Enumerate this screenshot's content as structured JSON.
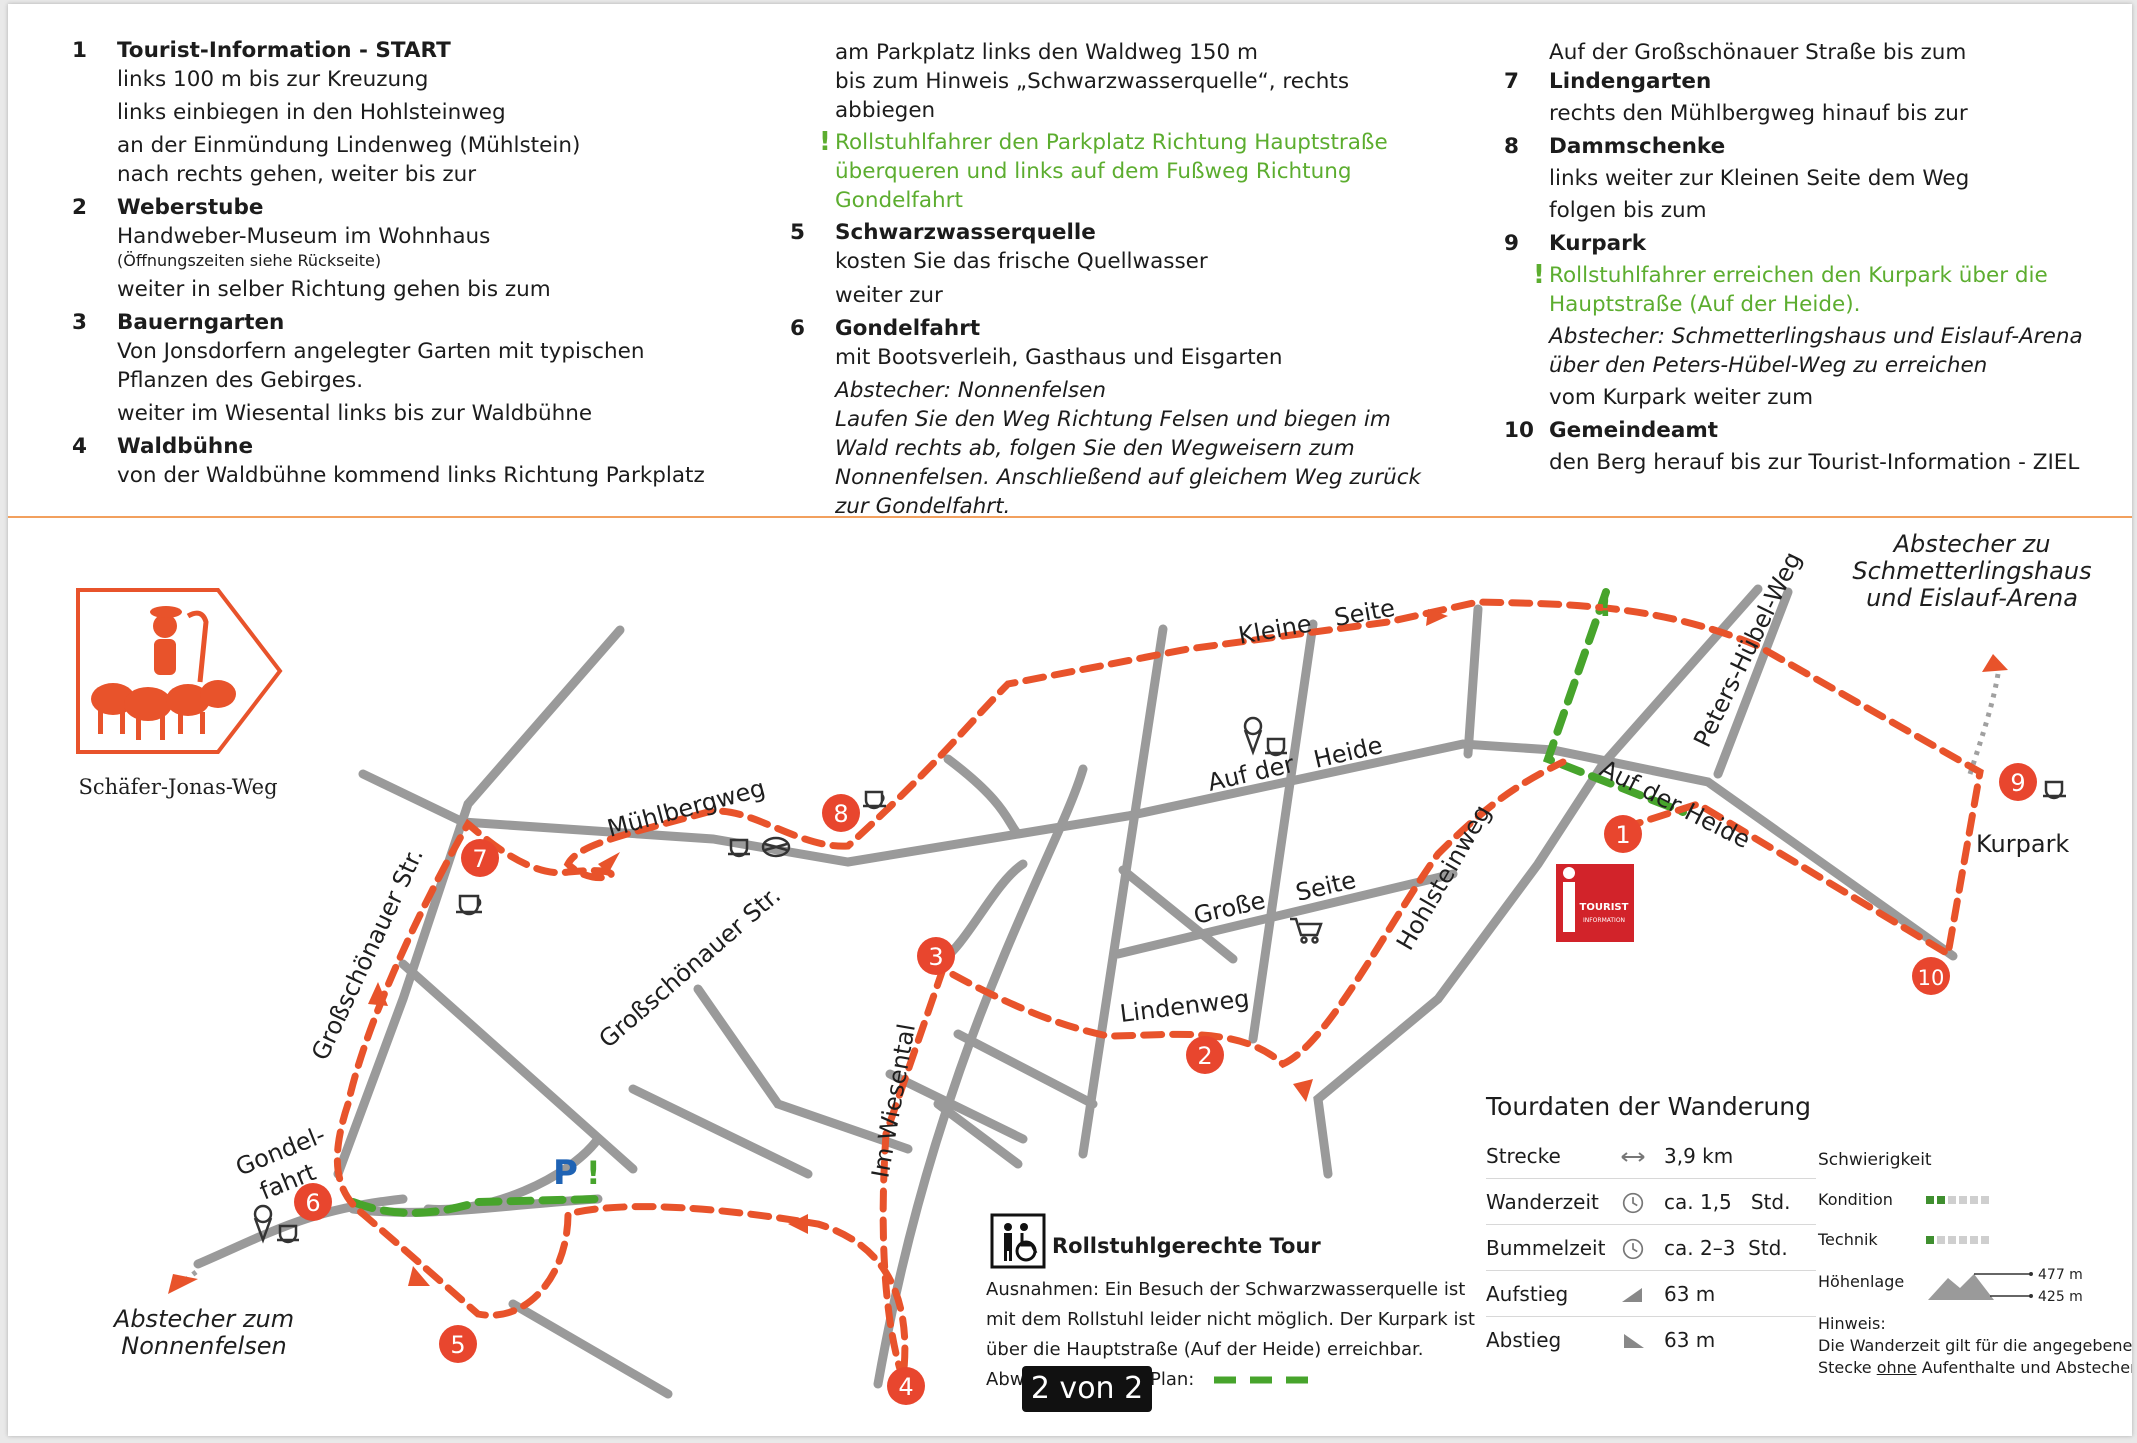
{
  "stations": [
    {
      "num": "1",
      "title": "Tourist-Information - START",
      "lines": [
        "links 100 m bis zur Kreuzung",
        "links einbiegen in den Hohlsteinweg",
        "an der Einmündung Lindenweg (Mühlstein)",
        "nach rechts gehen, weiter bis zur"
      ]
    },
    {
      "num": "2",
      "title": "Weberstube",
      "lines": [
        "Handweber-Museum im Wohnhaus"
      ],
      "small": "(Öffnungszeiten siehe Rückseite)",
      "after": [
        "weiter in selber Richtung gehen bis zum"
      ]
    },
    {
      "num": "3",
      "title": "Bauerngarten",
      "lines": [
        "Von Jonsdorfern angelegter Garten mit typischen",
        "Pflanzen des Gebirges.",
        "weiter im Wiesental links bis zur Waldbühne"
      ]
    },
    {
      "num": "4",
      "title": "Waldbühne",
      "lines": [
        "von der Waldbühne kommend links Richtung Parkplatz"
      ]
    }
  ],
  "col2": {
    "intro": [
      "am Parkplatz links den Waldweg 150 m",
      "bis zum Hinweis „Schwarzwasserquelle“, rechts abbiegen"
    ],
    "green": [
      "Rollstuhlfahrer den Parkplatz Richtung Hauptstraße",
      "überqueren und links auf dem Fußweg Richtung Gondelfahrt"
    ],
    "s5": {
      "num": "5",
      "title": "Schwarzwasserquelle",
      "lines": [
        "kosten Sie das frische Quellwasser",
        "weiter zur"
      ]
    },
    "s6": {
      "num": "6",
      "title": "Gondelfahrt",
      "lines": [
        "mit Bootsverleih, Gasthaus und Eisgarten"
      ],
      "italic": [
        "Abstecher: Nonnenfelsen",
        "Laufen Sie den Weg Richtung Felsen und biegen im",
        "Wald rechts ab, folgen Sie den Wegweisern zum",
        "Nonnenfelsen. Anschließend auf gleichem Weg zurück",
        "zur Gondelfahrt."
      ]
    }
  },
  "col3": {
    "intro": [
      "Auf der Großschönauer Straße bis zum"
    ],
    "s7": {
      "num": "7",
      "title": "Lindengarten",
      "lines": [
        "rechts den Mühlbergweg hinauf bis zur"
      ]
    },
    "s8": {
      "num": "8",
      "title": "Dammschenke",
      "lines": [
        "links weiter zur Kleinen Seite dem Weg",
        "folgen bis zum"
      ]
    },
    "s9": {
      "num": "9",
      "title": "Kurpark",
      "green": [
        "Rollstuhlfahrer erreichen den Kurpark über die",
        "Hauptstraße (Auf der Heide)."
      ],
      "italic": [
        "Abstecher: Schmetterlingshaus und Eislauf-Arena",
        "über den Peters-Hübel-Weg zu erreichen"
      ],
      "lines": [
        "vom Kurpark weiter zum"
      ]
    },
    "s10": {
      "num": "10",
      "title": "Gemeindeamt",
      "lines": [
        "den Berg herauf bis zur Tourist-Information - ZIEL"
      ]
    }
  },
  "map": {
    "logo_label": "Schäfer-Jonas-Weg",
    "streets": {
      "kleine_seite_1": "Kleine",
      "kleine_seite_2": "Seite",
      "muehlbergweg": "Mühlbergweg",
      "auf_der_heide_1": "Auf der",
      "auf_der_heide_2": "Heide",
      "auf_der_heide_3": "Auf der Heide",
      "peters_huebel_weg": "Peters-Hübel-Weg",
      "grossschoenauer_1": "Großschönauer Str.",
      "grossschoenauer_2": "Großschönauer Str.",
      "grosse_seite_1": "Große",
      "grosse_seite_2": "Seite",
      "hohlsteinweg": "Hohlsteinweg",
      "lindenweg": "Lindenweg",
      "im_wiesental": "Im Wiesental",
      "kurpark": "Kurpark"
    },
    "gondelfahrt_1": "Gondel-",
    "gondelfahrt_2": "fahrt",
    "abstecher_nonnen_1": "Abstecher zum",
    "abstecher_nonnen_2": "Nonnenfelsen",
    "abstecher_schmetter_1": "Abstecher zu",
    "abstecher_schmetter_2": "Schmetterlingshaus",
    "abstecher_schmetter_3": "und Eislauf-Arena",
    "parking": "P",
    "warning": "!",
    "ti_logo_text": "TOURIST",
    "ti_logo_text2": "INFORMATION",
    "markers": [
      "1",
      "2",
      "3",
      "4",
      "5",
      "6",
      "7",
      "8",
      "9",
      "10"
    ],
    "colors": {
      "route": "#e8532b",
      "wheelchair": "#47a42c",
      "street": "#9a9a9a",
      "marker": "#e8462e",
      "accent_orange": "#f2a05e",
      "parking": "#1f63b4"
    }
  },
  "tourdaten": {
    "title": "Tourdaten der Wanderung",
    "rows": [
      {
        "label": "Strecke",
        "value": "3,9 km",
        "icon": "distance-arrow-icon"
      },
      {
        "label": "Wanderzeit",
        "value": "ca. 1,5   Std.",
        "icon": "clock-icon"
      },
      {
        "label": "Bummelzeit",
        "value": "ca. 2–3  Std.",
        "icon": "clock-icon"
      },
      {
        "label": "Aufstieg",
        "value": "63 m",
        "icon": "ascent-icon"
      },
      {
        "label": "Abstieg",
        "value": "63 m",
        "icon": "descent-icon"
      }
    ],
    "schwierigkeit": "Schwierigkeit",
    "kondition": "Kondition",
    "kondition_level": 2,
    "technik": "Technik",
    "technik_level": 1,
    "hoehenlage": "Höhenlage",
    "hoehe_max": "477 m",
    "hoehe_min": "425 m",
    "hinweis_title": "Hinweis:",
    "hinweis_1": "Die Wanderzeit gilt für die angegebene",
    "hinweis_2a": "Stecke ",
    "hinweis_2b": "ohne",
    "hinweis_2c": " Aufenthalte und Abstecher."
  },
  "rollstuhl": {
    "title": "Rollstuhlgerechte Tour",
    "lines": [
      "Ausnahmen: Ein Besuch der Schwarzwasserquelle ist",
      "mit dem Rollstuhl leider nicht möglich. Der Kurpark ist",
      "über die Hauptstraße (Auf der Heide) erreichbar."
    ],
    "last_a": "Abw",
    "last_b": "Plan:"
  },
  "pager": "2 von 2"
}
